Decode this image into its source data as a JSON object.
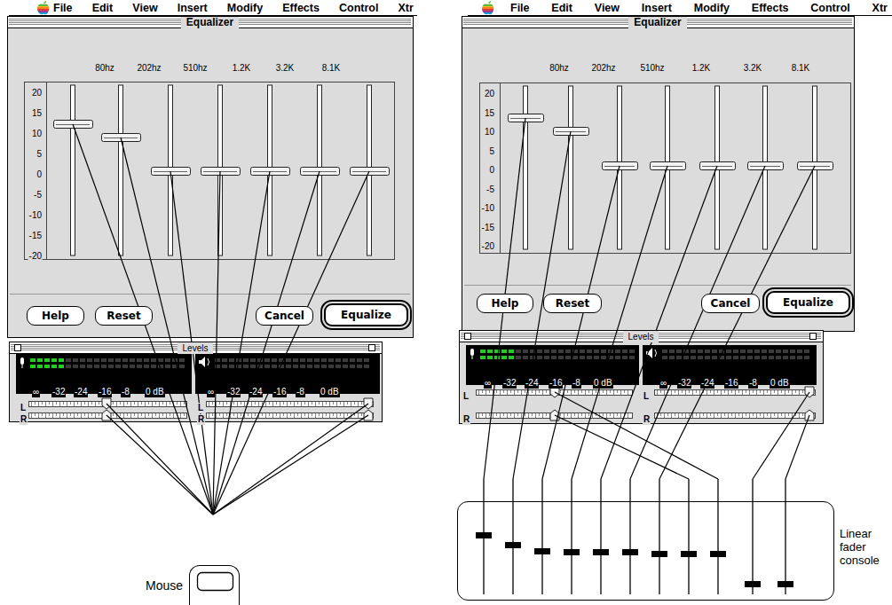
{
  "diagram": {
    "nodes": [
      {
        "text": [
          "File",
          "Edit",
          "View",
          "Insert",
          "Modify",
          "Effects",
          "Control",
          "Xtr"
        ]
      },
      {
        "text": [
          "Equalizer"
        ]
      },
      {
        "text": [
          "Help"
        ],
        "in": 1
      },
      {
        "text": [
          "Reset"
        ],
        "in": 1
      },
      {
        "text": [
          "Cancel"
        ],
        "in": 1
      },
      {
        "text": [
          "Equalize"
        ],
        "in": 1
      },
      {
        "text": [
          "Levels"
        ]
      },
      {
        "text": [
          "Mouse"
        ]
      },
      {
        "text": [
          "File",
          "Edit",
          "View",
          "Insert",
          "Modify",
          "Effects",
          "Control",
          "Xtr"
        ]
      },
      {
        "text": [
          "Equalizer"
        ]
      },
      {
        "text": [
          "Help"
        ],
        "in": 9
      },
      {
        "text": [
          "Reset"
        ],
        "in": 9
      },
      {
        "text": [
          "Cancel"
        ],
        "in": 9
      },
      {
        "text": [
          "Equalize"
        ],
        "in": 9
      },
      {
        "text": [
          "Levels"
        ]
      },
      {
        "text": [
          "Linear fader console"
        ]
      }
    ],
    "labels": [
      "80hz",
      "202hz",
      "510hz",
      "1.2K",
      "3.2K",
      "8.1K",
      "20",
      "15",
      "10",
      "5",
      "0",
      "-5",
      "-10",
      "-15",
      "-20",
      "∞",
      "-32",
      "-24",
      "-16",
      "-8",
      "0 dB",
      "∞",
      "-32",
      "-24",
      "-16",
      "-8",
      "0 dB",
      "L",
      "R",
      "L",
      "R",
      "80hz",
      "202hz",
      "510hz",
      "1.2K",
      "3.2K",
      "8.1K",
      "20",
      "15",
      "10",
      "5",
      "0",
      "-5",
      "-10",
      "-15",
      "-20",
      "∞",
      "-32",
      "-24",
      "-16",
      "-8",
      "0 dB",
      "∞",
      "-32",
      "-24",
      "-16",
      "-8",
      "0 dB",
      "L",
      "R",
      "L",
      "R"
    ]
  }
}
